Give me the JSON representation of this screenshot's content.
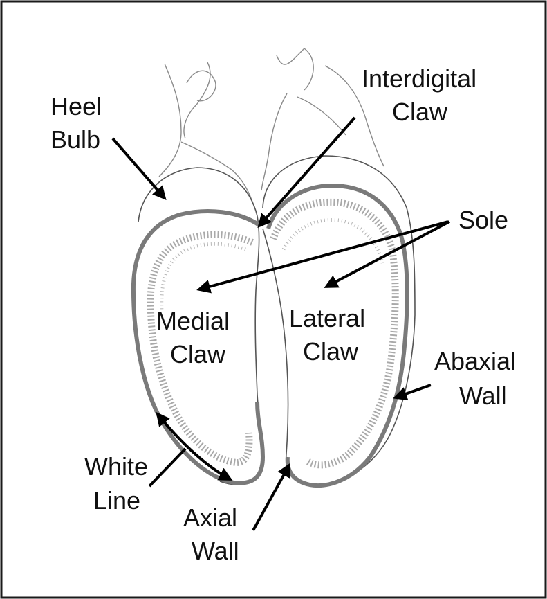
{
  "labels": {
    "heel_bulb": [
      "Heel",
      "Bulb"
    ],
    "interdigital_claw": [
      "Interdigital",
      "Claw"
    ],
    "sole": "Sole",
    "medial_claw": [
      "Medial",
      "Claw"
    ],
    "lateral_claw": [
      "Lateral",
      "Claw"
    ],
    "abaxial_wall": [
      "Abaxial",
      "Wall"
    ],
    "white_line": [
      "White",
      "Line"
    ],
    "axial_wall": [
      "Axial",
      "Wall"
    ]
  },
  "colors": {
    "line": "#000000",
    "wall": "#7a7a7a",
    "sole_texture": "#9a9a9a",
    "background": "#ffffff"
  }
}
